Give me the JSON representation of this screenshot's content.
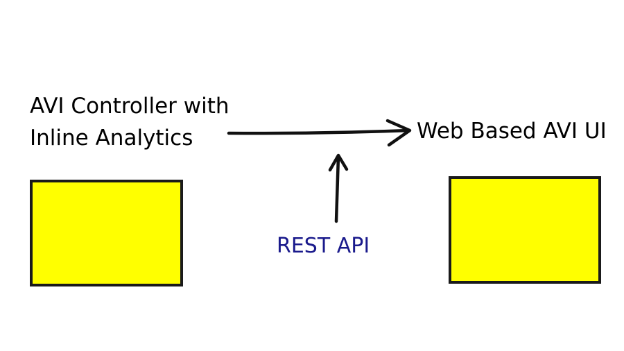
{
  "diagram": {
    "nodes": {
      "controller": {
        "label_line1": "AVI Controller with",
        "label_line2": "Inline Analytics"
      },
      "web_ui": {
        "label": "Web Based AVI UI"
      },
      "rest_api": {
        "label": "REST API"
      }
    },
    "edges": [
      {
        "from": "controller",
        "to": "web_ui"
      },
      {
        "from": "rest_api",
        "to": "controller-web_ui-edge"
      }
    ],
    "colors": {
      "box_fill": "#ffff00",
      "box_border": "#1a1a1a",
      "text": "#000000",
      "api_text": "#1a1a8c",
      "arrow": "#111111"
    }
  }
}
